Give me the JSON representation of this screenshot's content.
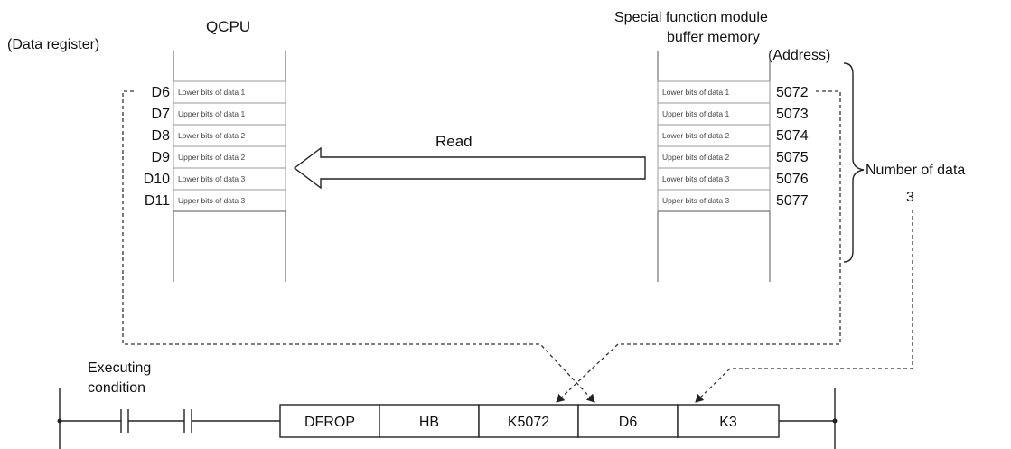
{
  "labels": {
    "qcpu_title": "QCPU",
    "data_register": "(Data register)",
    "sfm_title_line1": "Special function module",
    "sfm_title_line2": "buffer memory",
    "address": "(Address)",
    "read": "Read",
    "number_of_data": "Number of data",
    "number_of_data_value": "3",
    "executing_line1": "Executing",
    "executing_line2": "condition"
  },
  "rows": [
    {
      "register": "D6",
      "cpu_cell": "Lower bits of data 1",
      "buffer_cell": "Lower bits of data 1",
      "address": "5072"
    },
    {
      "register": "D7",
      "cpu_cell": "Upper bits of data 1",
      "buffer_cell": "Upper bits of data 1",
      "address": "5073"
    },
    {
      "register": "D8",
      "cpu_cell": "Lower bits of data 2",
      "buffer_cell": "Lower bits of data 2",
      "address": "5074"
    },
    {
      "register": "D9",
      "cpu_cell": "Upper bits of data 2",
      "buffer_cell": "Upper bits of data 2",
      "address": "5075"
    },
    {
      "register": "D10",
      "cpu_cell": "Lower bits of data 3",
      "buffer_cell": "Lower bits of data 3",
      "address": "5076"
    },
    {
      "register": "D11",
      "cpu_cell": "Upper bits of data 3",
      "buffer_cell": "Upper bits of data 3",
      "address": "5077"
    }
  ],
  "instruction": {
    "cells": [
      "DFROP",
      "HB",
      "K5072",
      "D6",
      "K3"
    ]
  }
}
